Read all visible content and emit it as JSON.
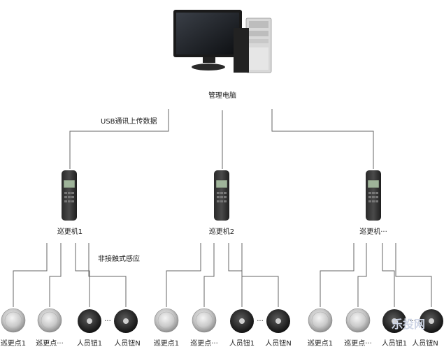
{
  "computer": {
    "label": "管理电脑"
  },
  "link_label": "USB通讯上传数据",
  "sensing_label": "非接触式感应",
  "readers": [
    {
      "label": "巡更机1"
    },
    {
      "label": "巡更机2"
    },
    {
      "label": "巡更机···"
    }
  ],
  "groups": [
    {
      "checkpoint1": "巡更点1",
      "checkpoint2": "巡更点···",
      "person1": "人员钮1",
      "ellipsis": "···",
      "personN": "人员钮N"
    },
    {
      "checkpoint1": "巡更点1",
      "checkpoint2": "巡更点···",
      "person1": "人员钮1",
      "ellipsis": "···",
      "personN": "人员钮N"
    },
    {
      "checkpoint1": "巡更点1",
      "checkpoint2": "巡更点···",
      "person1": "人员钮1",
      "ellipsis": "···",
      "personN": "人员钮N"
    }
  ],
  "watermark": "乐投网"
}
